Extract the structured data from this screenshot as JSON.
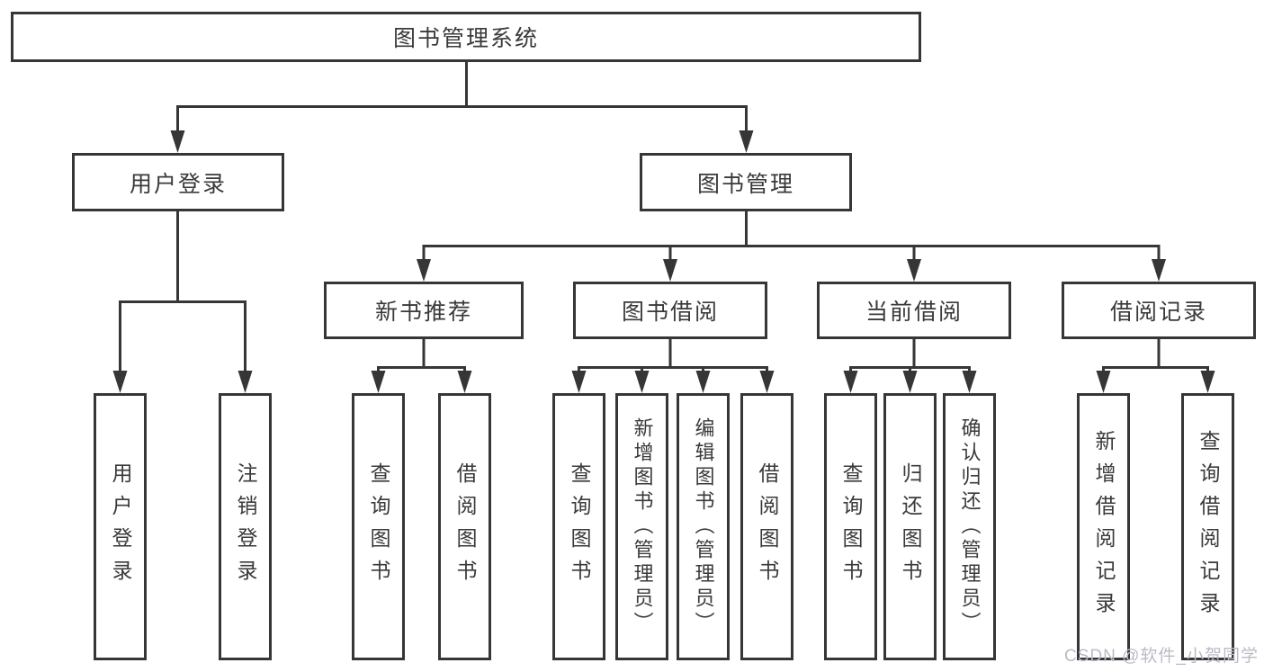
{
  "tree": {
    "root": {
      "label": "图书管理系统"
    },
    "branches": [
      {
        "label": "用户登录",
        "children": [
          {
            "label": "用户登录"
          },
          {
            "label": "注销登录"
          }
        ]
      },
      {
        "label": "图书管理",
        "children": [
          {
            "label": "新书推荐",
            "children": [
              {
                "label": "查询图书"
              },
              {
                "label": "借阅图书"
              }
            ]
          },
          {
            "label": "图书借阅",
            "children": [
              {
                "label": "查询图书"
              },
              {
                "label": "新增图书（管理员）"
              },
              {
                "label": "编辑图书（管理员）"
              },
              {
                "label": "借阅图书"
              }
            ]
          },
          {
            "label": "当前借阅",
            "children": [
              {
                "label": "查询图书"
              },
              {
                "label": "归还图书"
              },
              {
                "label": "确认归还（管理员）"
              }
            ]
          },
          {
            "label": "借阅记录",
            "children": [
              {
                "label": "新增借阅记录"
              },
              {
                "label": "查询借阅记录"
              }
            ]
          }
        ]
      }
    ]
  },
  "watermark": {
    "text": "CSDN @软件_小贺同学",
    "color": "#b9bcc6"
  },
  "colors": {
    "line": "#363636",
    "box_border": "#363636",
    "text": "#3a3a3a",
    "background": "#ffffff"
  }
}
